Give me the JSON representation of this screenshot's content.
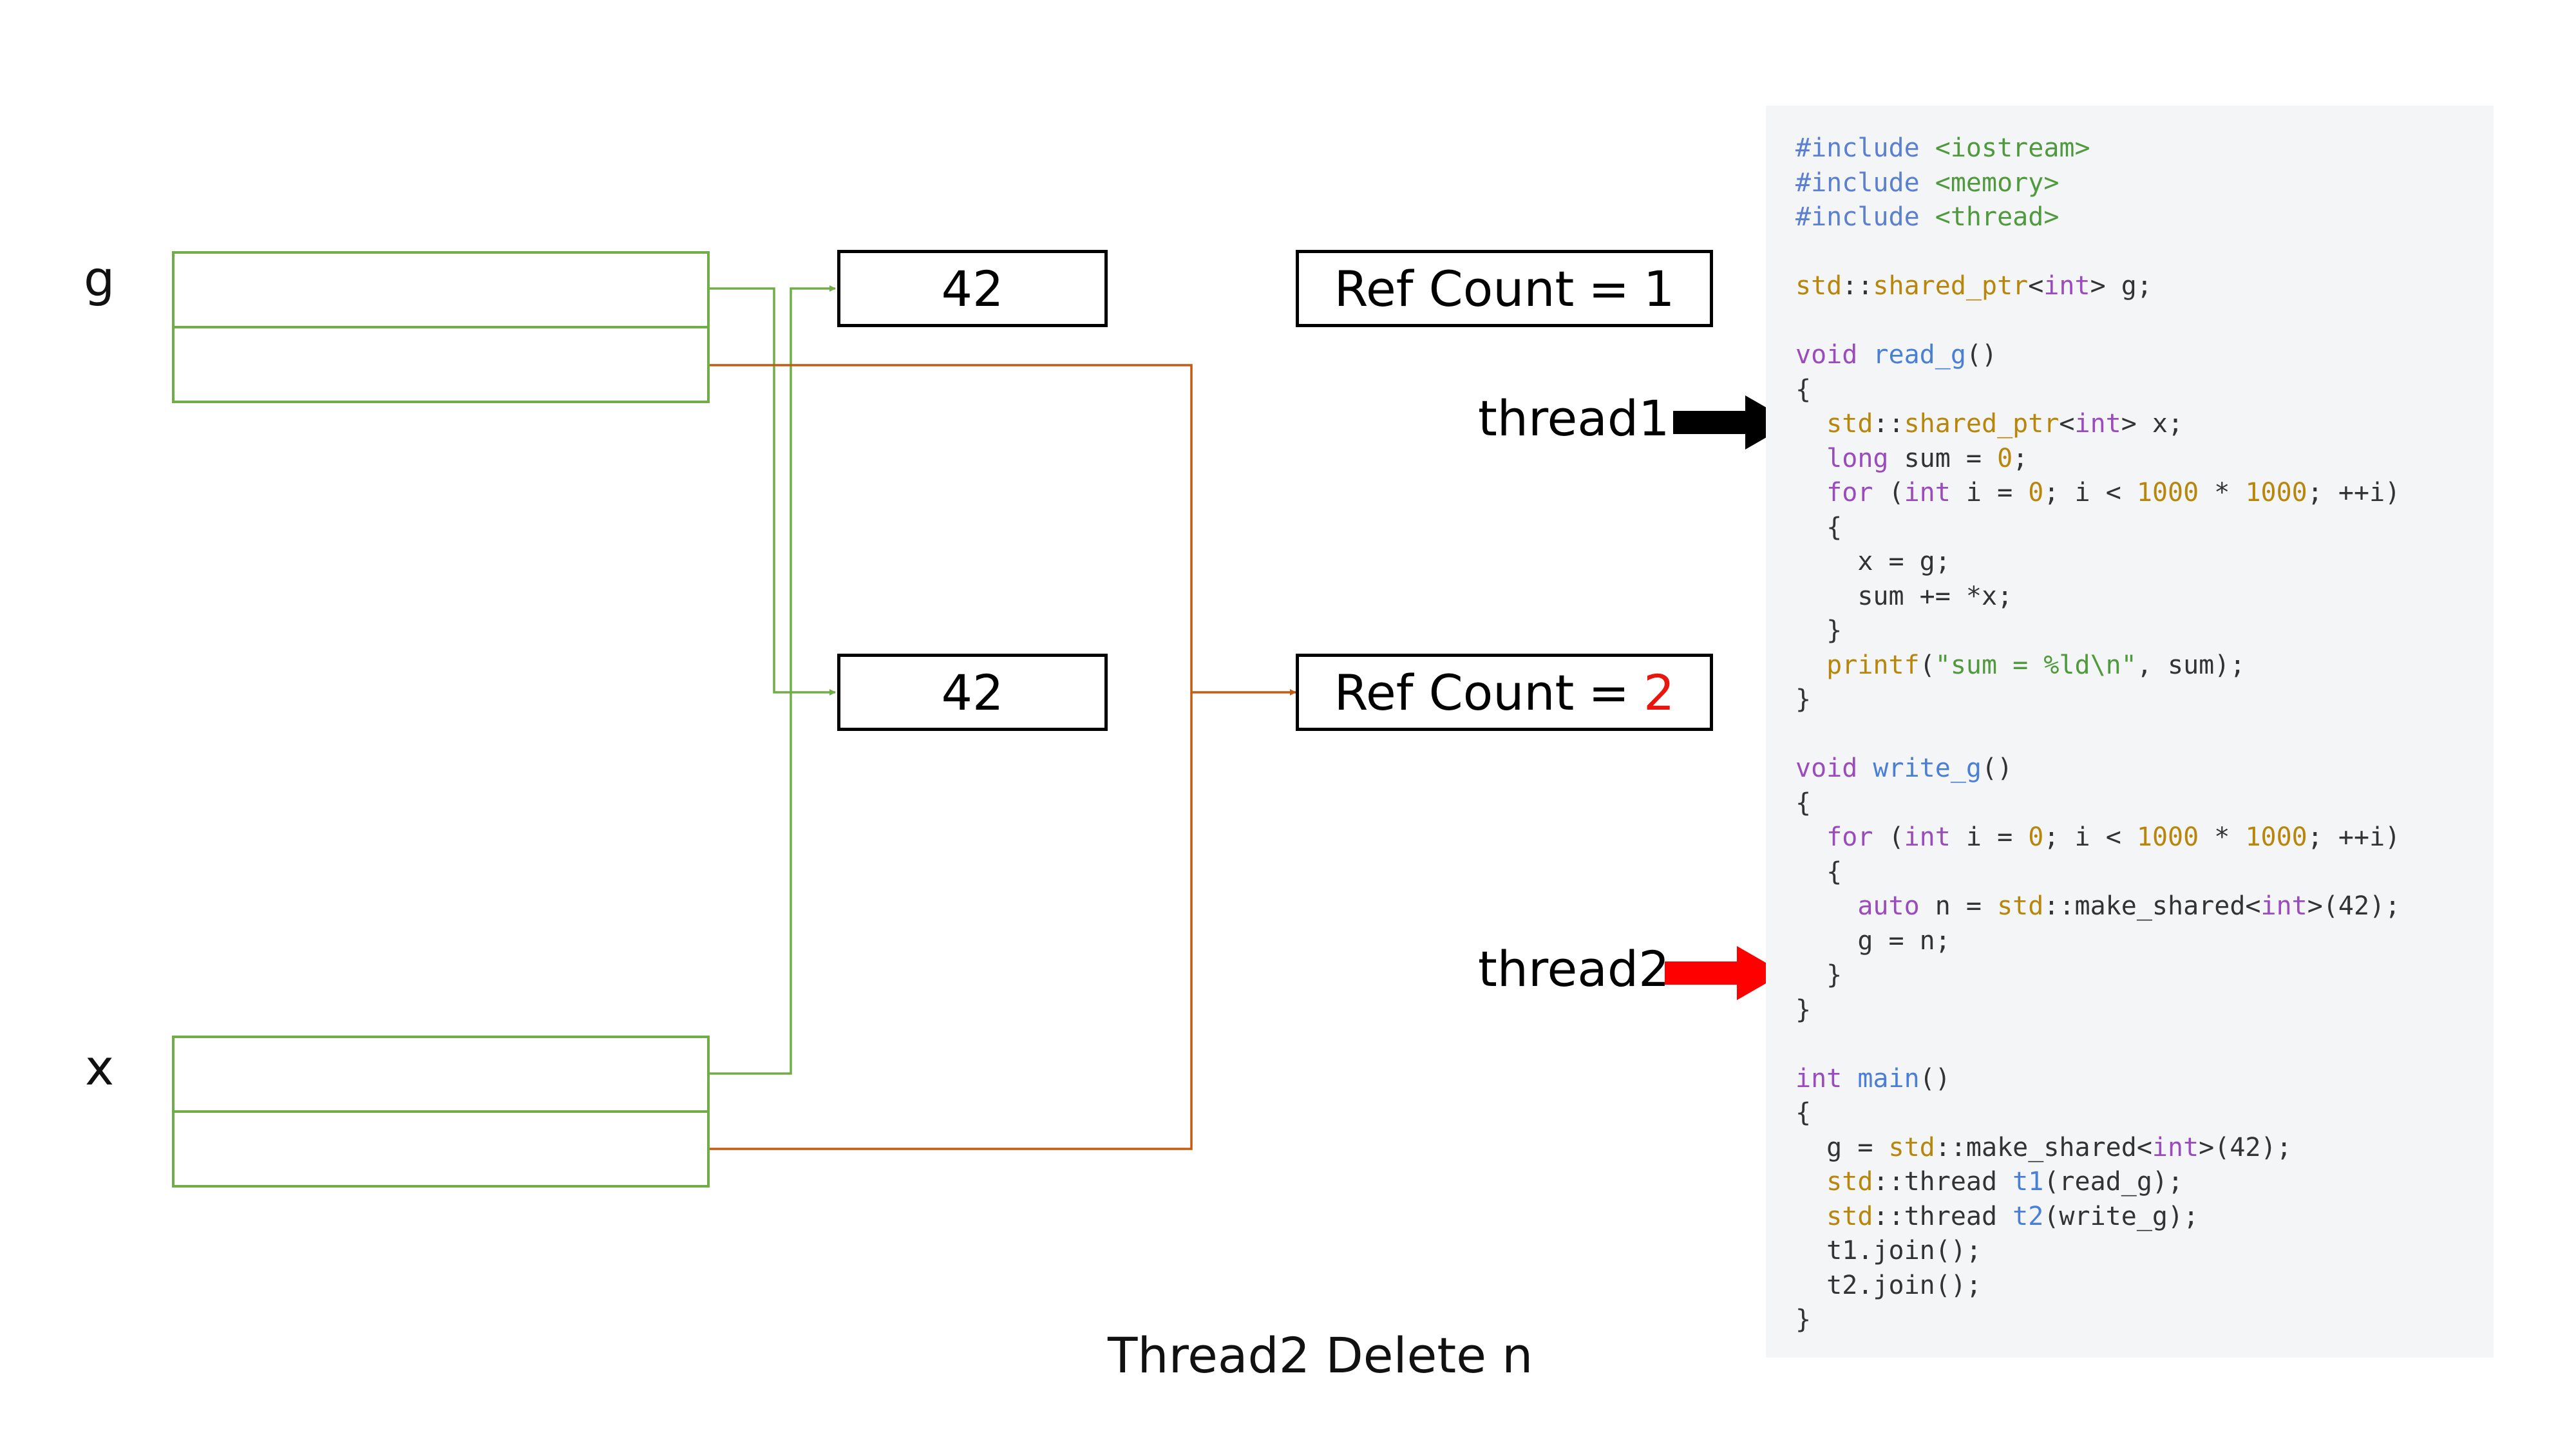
{
  "pointers": {
    "g_label": "g",
    "x_label": "x"
  },
  "values": {
    "top_value": "42",
    "bottom_value": "42"
  },
  "refcounts": {
    "top": {
      "prefix": "Ref Count",
      "eq": "=",
      "count": "1"
    },
    "bottom": {
      "prefix": "Ref Count",
      "eq": "=",
      "count": "2"
    }
  },
  "threads": {
    "thread1_label": "thread1",
    "thread2_label": "thread2"
  },
  "caption": "Thread2 Delete n",
  "colors": {
    "pointer_border": "#70ad47",
    "object_wire": "#c55a11",
    "thread1_arrow": "#000000",
    "thread2_arrow": "#ff0000",
    "highlight_count": "#e8160e",
    "code_background": "#f4f5f7"
  },
  "code_lines": [
    [
      [
        "pre",
        "#include"
      ],
      [
        "pl",
        " "
      ],
      [
        "str",
        "<iostream>"
      ]
    ],
    [
      [
        "pre",
        "#include"
      ],
      [
        "pl",
        " "
      ],
      [
        "str",
        "<memory>"
      ]
    ],
    [
      [
        "pre",
        "#include"
      ],
      [
        "pl",
        " "
      ],
      [
        "str",
        "<thread>"
      ]
    ],
    [],
    [
      [
        "std",
        "std"
      ],
      [
        "pl",
        "::"
      ],
      [
        "std",
        "shared_ptr"
      ],
      [
        "pl",
        "<"
      ],
      [
        "type",
        "int"
      ],
      [
        "pl",
        "> g;"
      ]
    ],
    [],
    [
      [
        "type",
        "void"
      ],
      [
        "pl",
        " "
      ],
      [
        "fn",
        "read_g"
      ],
      [
        "pl",
        "()"
      ]
    ],
    [
      [
        "pl",
        "{"
      ]
    ],
    [
      [
        "pl",
        "  "
      ],
      [
        "std",
        "std"
      ],
      [
        "pl",
        "::"
      ],
      [
        "std",
        "shared_ptr"
      ],
      [
        "pl",
        "<"
      ],
      [
        "type",
        "int"
      ],
      [
        "pl",
        "> x;"
      ]
    ],
    [
      [
        "pl",
        "  "
      ],
      [
        "type",
        "long"
      ],
      [
        "pl",
        " sum = "
      ],
      [
        "num",
        "0"
      ],
      [
        "pl",
        ";"
      ]
    ],
    [
      [
        "pl",
        "  "
      ],
      [
        "type",
        "for"
      ],
      [
        "pl",
        " ("
      ],
      [
        "type",
        "int"
      ],
      [
        "pl",
        " i = "
      ],
      [
        "num",
        "0"
      ],
      [
        "pl",
        "; i < "
      ],
      [
        "num",
        "1000"
      ],
      [
        "pl",
        " * "
      ],
      [
        "num",
        "1000"
      ],
      [
        "pl",
        "; ++i)"
      ]
    ],
    [
      [
        "pl",
        "  {"
      ]
    ],
    [
      [
        "pl",
        "    x = g;"
      ]
    ],
    [
      [
        "pl",
        "    sum += *x;"
      ]
    ],
    [
      [
        "pl",
        "  }"
      ]
    ],
    [
      [
        "pl",
        "  "
      ],
      [
        "std",
        "printf"
      ],
      [
        "pl",
        "("
      ],
      [
        "str",
        "\"sum = %ld\\n\""
      ],
      [
        "pl",
        ", sum);"
      ]
    ],
    [
      [
        "pl",
        "}"
      ]
    ],
    [],
    [
      [
        "type",
        "void"
      ],
      [
        "pl",
        " "
      ],
      [
        "fn",
        "write_g"
      ],
      [
        "pl",
        "()"
      ]
    ],
    [
      [
        "pl",
        "{"
      ]
    ],
    [
      [
        "pl",
        "  "
      ],
      [
        "type",
        "for"
      ],
      [
        "pl",
        " ("
      ],
      [
        "type",
        "int"
      ],
      [
        "pl",
        " i = "
      ],
      [
        "num",
        "0"
      ],
      [
        "pl",
        "; i < "
      ],
      [
        "num",
        "1000"
      ],
      [
        "pl",
        " * "
      ],
      [
        "num",
        "1000"
      ],
      [
        "pl",
        "; ++i)"
      ]
    ],
    [
      [
        "pl",
        "  {"
      ]
    ],
    [
      [
        "pl",
        "    "
      ],
      [
        "type",
        "auto"
      ],
      [
        "pl",
        " n = "
      ],
      [
        "std",
        "std"
      ],
      [
        "pl",
        "::make_shared<"
      ],
      [
        "type",
        "int"
      ],
      [
        "pl",
        ">(42);"
      ]
    ],
    [
      [
        "pl",
        "    g = n;"
      ]
    ],
    [
      [
        "pl",
        "  }"
      ]
    ],
    [
      [
        "pl",
        "}"
      ]
    ],
    [],
    [
      [
        "type",
        "int"
      ],
      [
        "pl",
        " "
      ],
      [
        "fn",
        "main"
      ],
      [
        "pl",
        "()"
      ]
    ],
    [
      [
        "pl",
        "{"
      ]
    ],
    [
      [
        "pl",
        "  g = "
      ],
      [
        "std",
        "std"
      ],
      [
        "pl",
        "::make_shared<"
      ],
      [
        "type",
        "int"
      ],
      [
        "pl",
        ">(42);"
      ]
    ],
    [
      [
        "pl",
        "  "
      ],
      [
        "std",
        "std"
      ],
      [
        "pl",
        "::thread "
      ],
      [
        "fn",
        "t1"
      ],
      [
        "pl",
        "(read_g);"
      ]
    ],
    [
      [
        "pl",
        "  "
      ],
      [
        "std",
        "std"
      ],
      [
        "pl",
        "::thread "
      ],
      [
        "fn",
        "t2"
      ],
      [
        "pl",
        "(write_g);"
      ]
    ],
    [
      [
        "pl",
        "  t1.join();"
      ]
    ],
    [
      [
        "pl",
        "  t2.join();"
      ]
    ],
    [
      [
        "pl",
        "}"
      ]
    ]
  ]
}
